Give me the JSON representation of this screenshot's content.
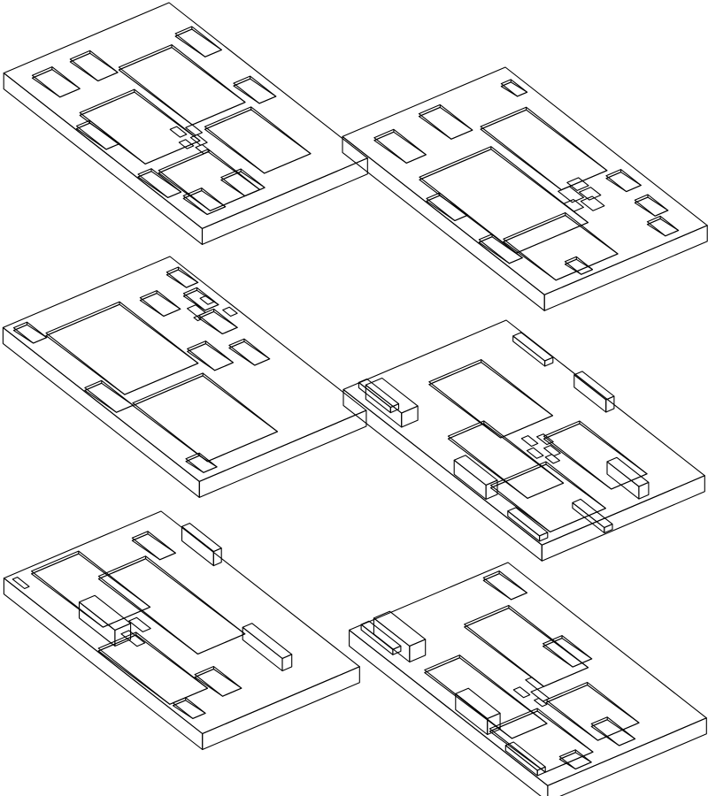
{
  "colors": {
    "background": "#ffffff",
    "outline": "#000000",
    "slab": "#ffffff",
    "pocket_fill": "#e4f1f9"
  },
  "variants": [
    {
      "id": "v1",
      "large_pockets": 4,
      "small_pockets": 8,
      "micro_pads": 5,
      "raised_blocks": 0
    },
    {
      "id": "v2",
      "large_pockets": 3,
      "small_pockets": 9,
      "micro_pads": 5,
      "raised_blocks": 0
    },
    {
      "id": "v3",
      "large_pockets": 2,
      "small_pockets": 9,
      "micro_pads": 4,
      "raised_blocks": 0
    },
    {
      "id": "v4",
      "large_pockets": 4,
      "small_pockets": 0,
      "micro_pads": 5,
      "raised_blocks": 8
    },
    {
      "id": "v5",
      "large_pockets": 3,
      "small_pockets": 3,
      "micro_pads": 3,
      "raised_blocks": 3
    },
    {
      "id": "v6",
      "large_pockets": 4,
      "small_pockets": 4,
      "micro_pads": 4,
      "raised_blocks": 3
    }
  ]
}
